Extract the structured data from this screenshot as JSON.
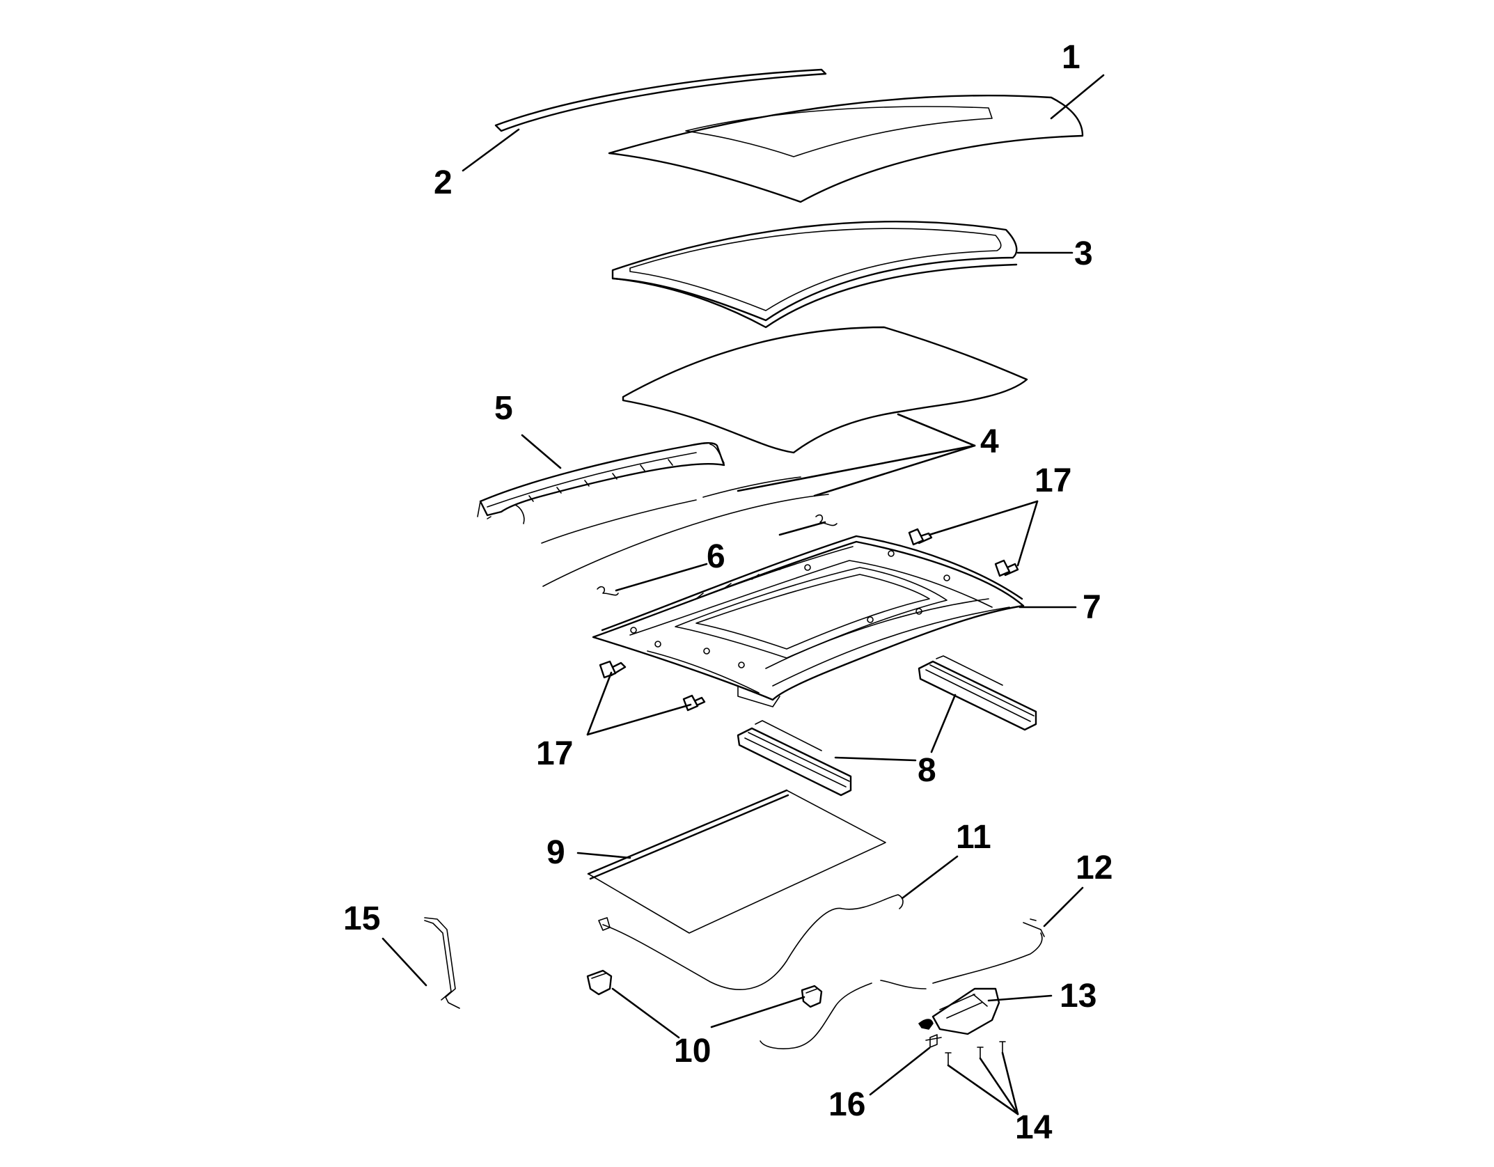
{
  "callouts": {
    "c1": "1",
    "c2": "2",
    "c3": "3",
    "c4": "4",
    "c5": "5",
    "c6": "6",
    "c7": "7",
    "c8": "8",
    "c9": "9",
    "c10": "10",
    "c11": "11",
    "c12": "12",
    "c13": "13",
    "c14": "14",
    "c15": "15",
    "c16": "16",
    "c17a": "17",
    "c17b": "17"
  }
}
